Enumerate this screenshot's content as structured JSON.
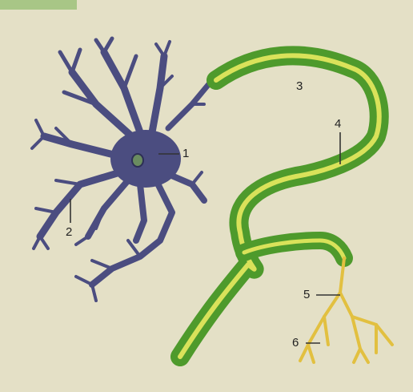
{
  "colors": {
    "page_background": "#f2f1b8",
    "panel_background": "#e4e0c6",
    "corner_tab": "#a8c686",
    "neuron_body": "#4b4d80",
    "myelin_sheath": "#4e9a2c",
    "axon_core": "#d9e25a",
    "terminal_branches": "#e2c040",
    "label_text": "#222222",
    "leader_line": "#333333"
  },
  "labels": {
    "l1": "1",
    "l2": "2",
    "l3": "3",
    "l4": "4",
    "l5": "5",
    "l6": "6"
  }
}
